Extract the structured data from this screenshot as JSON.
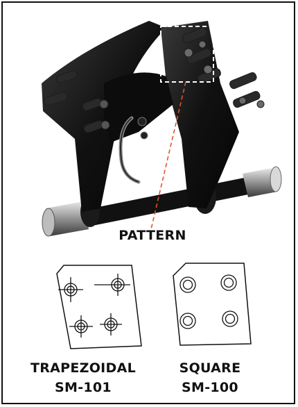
{
  "callout": {
    "label": "PATTERN"
  },
  "patterns": [
    {
      "name": "TRAPEZOIDAL",
      "code": "SM-101"
    },
    {
      "name": "SQUARE",
      "code": "SM-100"
    }
  ],
  "colors": {
    "border": "#111111",
    "callout_line": "#e0542a",
    "metal": "#141414"
  }
}
